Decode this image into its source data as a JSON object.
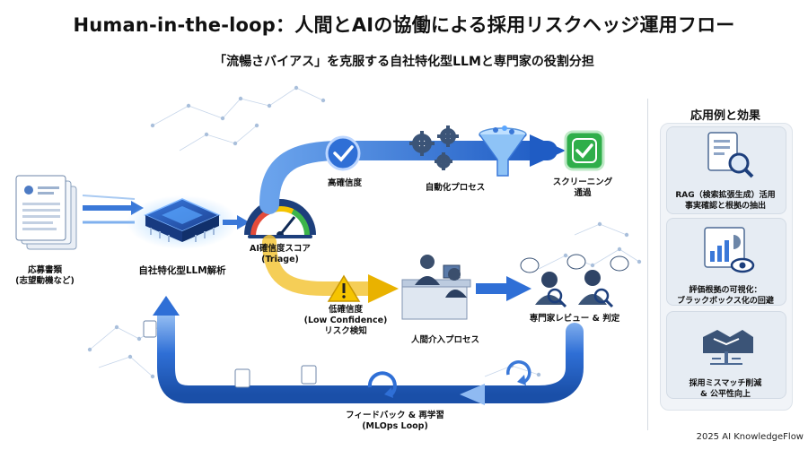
{
  "header": {
    "title": "Human-in-the-loop：人間とAIの協働による採用リスクヘッジ運用フロー",
    "subtitle": "「流暢さバイアス」を克服する自社特化型LLMと専門家の役割分担"
  },
  "flow": {
    "input_label": [
      "応募書類",
      "(志望動機など)"
    ],
    "llm_label": "自社特化型LLM解析",
    "gauge_label": [
      "AI確信度スコア",
      "(Triage)"
    ],
    "high_conf_label": "高確信度",
    "auto_label": "自動化プロセス",
    "pass_label": [
      "スクリーニング",
      "通過"
    ],
    "low_conf_label": [
      "低確信度",
      "(Low Confidence)",
      "リスク検知"
    ],
    "human_label": "人間介入プロセス",
    "expert_label": "専門家レビュー & 判定",
    "feedback_label": [
      "フィードバック & 再学習",
      "(MLOps Loop)"
    ]
  },
  "side": {
    "title": "応用例と効果",
    "cards": [
      {
        "icon": "document-search-icon",
        "lines": [
          "RAG（検索拡張生成）活用",
          "事実確認と根拠の抽出"
        ]
      },
      {
        "icon": "chart-eye-icon",
        "lines": [
          "評価根拠の可視化：",
          "ブラックボックス化の回避"
        ]
      },
      {
        "icon": "handshake-icon",
        "lines": [
          "採用ミスマッチ削減",
          "& 公平性向上"
        ]
      }
    ]
  },
  "footer": "2025 AI KnowledgeFlow",
  "colors": {
    "flow_blue": "#2f6fd6",
    "warning": "#f5c400",
    "success": "#2fae4a"
  }
}
